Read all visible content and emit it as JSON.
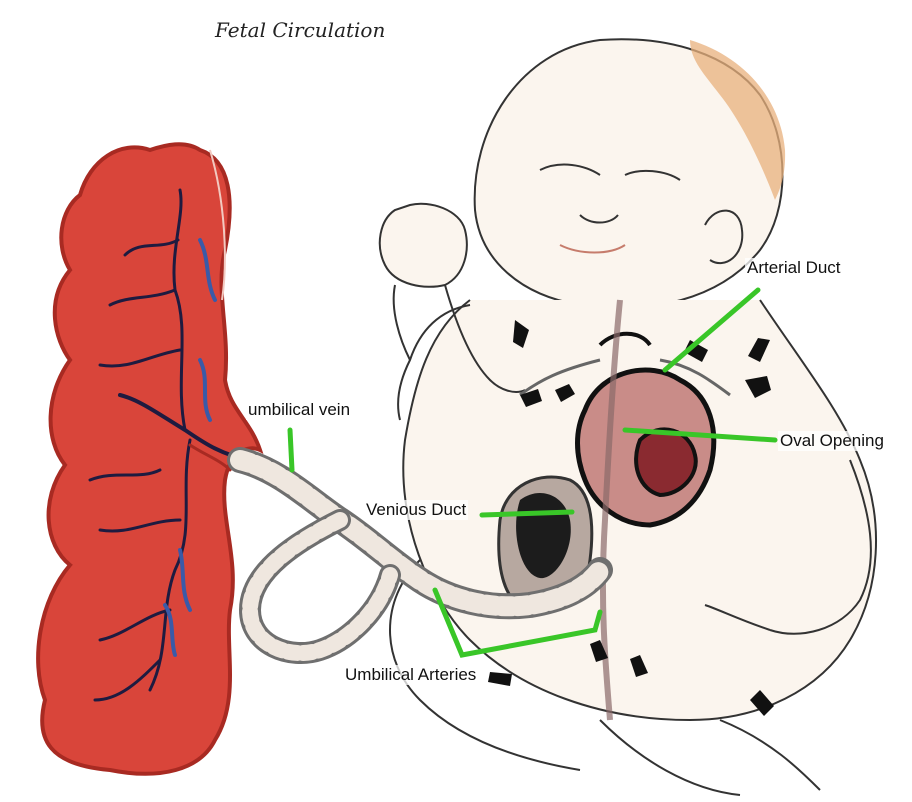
{
  "title": "Fetal Circulation",
  "labels": {
    "arterial_duct": "Arterial Duct",
    "umbilical_vein": "umbilical vein",
    "oval_opening": "Oval Opening",
    "venious_duct": "Venious Duct",
    "umbilical_arteries": "Umbilical Arteries"
  },
  "colors": {
    "leader_line": "#39c628",
    "placenta": "#d9453a",
    "placenta_edge": "#a82a22",
    "vessel_dark": "#1e1b40",
    "vessel_blue": "#3a5aa8",
    "heart": "#8a2a30",
    "skin_tint": "#f7ead8",
    "hair": "#e8b07c"
  }
}
